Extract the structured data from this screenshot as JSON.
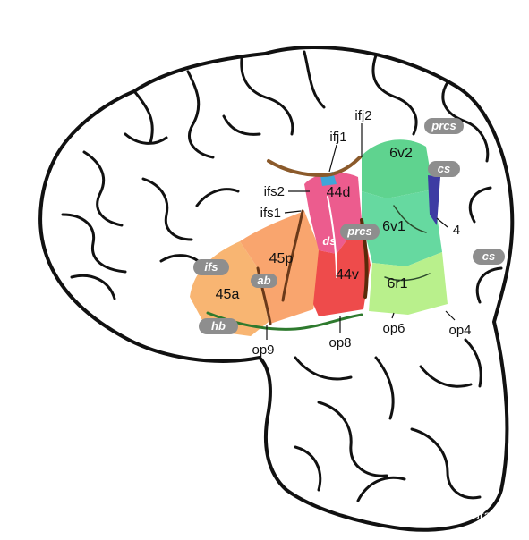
{
  "diagram": {
    "area_labels": {
      "a44d": "44d",
      "a44v": "44v",
      "a45p": "45p",
      "a45a": "45a",
      "a6v2": "6v2",
      "a6v1": "6v1",
      "a6r1": "6r1"
    },
    "pointer_labels": {
      "ifj2": "ifj2",
      "ifj1": "ifj1",
      "ifs2": "ifs2",
      "ifs1": "ifs1",
      "four": "4",
      "op9": "op9",
      "op8": "op8",
      "op6": "op6",
      "op4": "op4"
    },
    "sulcus_tags": {
      "prcs_top": "prcs",
      "cs_upper": "cs",
      "cs_lower": "cs",
      "ifs": "ifs",
      "ab": "ab",
      "hb": "hb",
      "ds": "ds",
      "prcs_mid": "prcs"
    },
    "watermark": "SelfMind SocialBrain"
  },
  "colors": {
    "orange": "#F8B572",
    "salmon": "#F5876A",
    "pink": "#EC5C8E",
    "red": "#EE4B4B",
    "green": "#5FD38F",
    "lightgreen": "#B9F08C",
    "blue": "#3D3BA3",
    "pill": "#8E8E8E",
    "outline": "#111111"
  }
}
